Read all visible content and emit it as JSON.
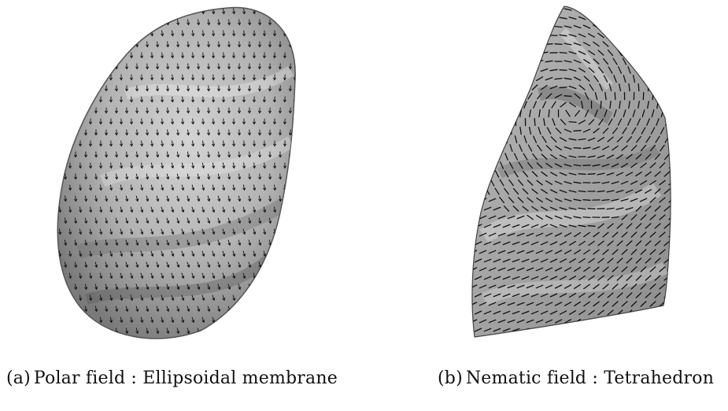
{
  "figure": {
    "subfigures": [
      {
        "tag": "(a)",
        "caption": "Polar field : Ellipsoidal membrane",
        "surface": "ellipsoidal-membrane",
        "field_type": "polar",
        "glyph": "arrow",
        "colors": {
          "surface": "#9a9a9a",
          "surface_light": "#cfcfcf",
          "glyph": "#111111"
        }
      },
      {
        "tag": "(b)",
        "caption": "Nematic field : Tetrahedron",
        "surface": "tetrahedron",
        "field_type": "nematic",
        "glyph": "line-segment",
        "colors": {
          "surface": "#8e8e8e",
          "surface_light": "#d2d2d2",
          "glyph": "#111111"
        }
      }
    ]
  }
}
